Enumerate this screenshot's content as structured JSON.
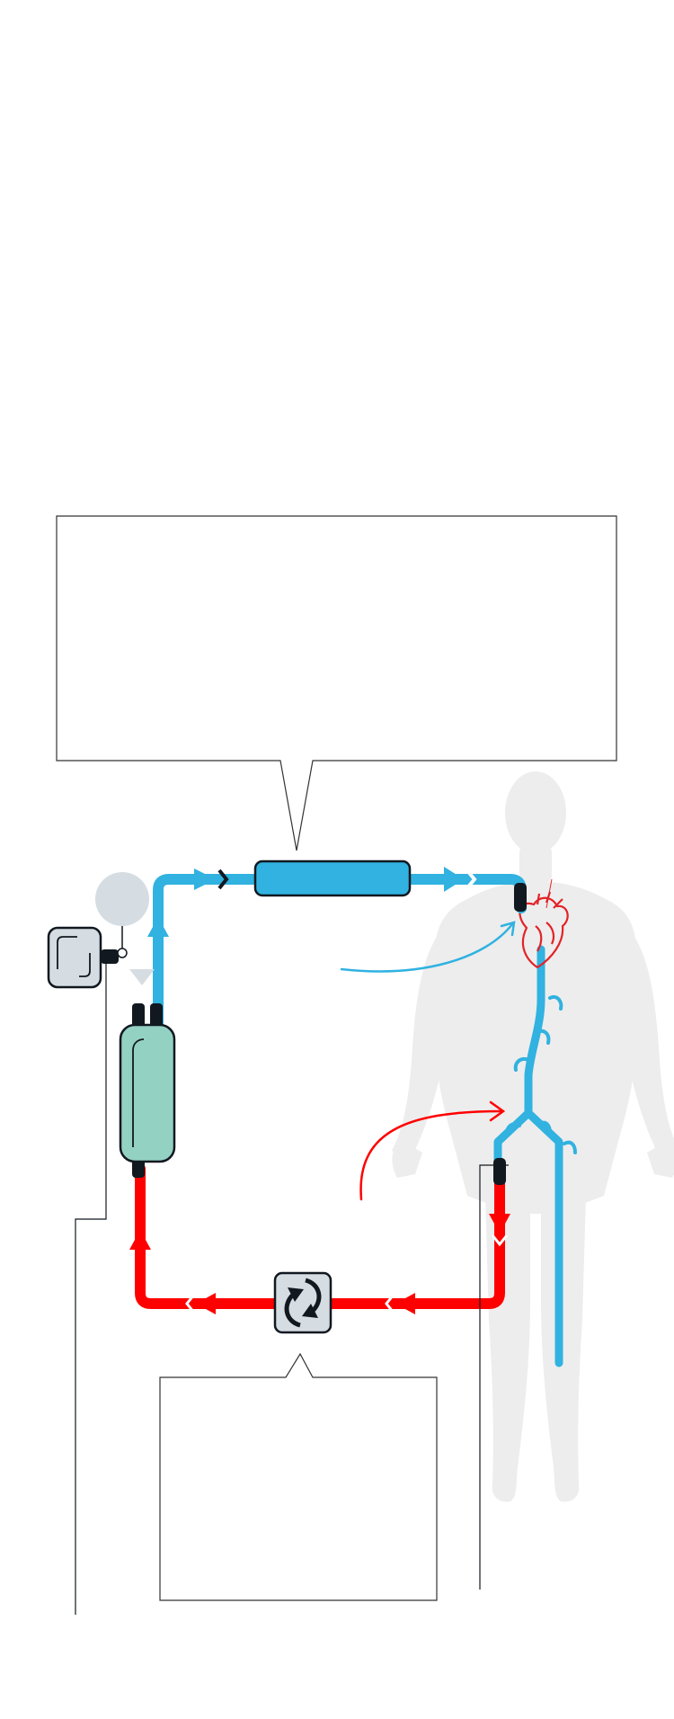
{
  "diagram": {
    "title": "",
    "callouts": {
      "top": {
        "text": ""
      },
      "bottom": {
        "text": ""
      }
    },
    "components": [
      {
        "id": "heat-exchanger",
        "icon": "heat-exchanger-icon"
      },
      {
        "id": "oxygenator",
        "icon": "oxygenator-icon"
      },
      {
        "id": "pump",
        "icon": "rotary-pump-icon"
      },
      {
        "id": "gas-blender",
        "icon": "gas-blender-icon"
      },
      {
        "id": "gas-sensor",
        "icon": "sensor-circle-icon"
      },
      {
        "id": "heart",
        "icon": "heart-icon"
      },
      {
        "id": "body",
        "icon": "human-silhouette-icon"
      }
    ],
    "colors": {
      "oxygenated": "#31b2e0",
      "deoxygenated": "#ff0000",
      "connector": "#111820",
      "oxygenator_fill": "#93d1c3",
      "device_fill": "#d6dde2",
      "silhouette": "#ededed",
      "heart": "#e32227"
    }
  }
}
